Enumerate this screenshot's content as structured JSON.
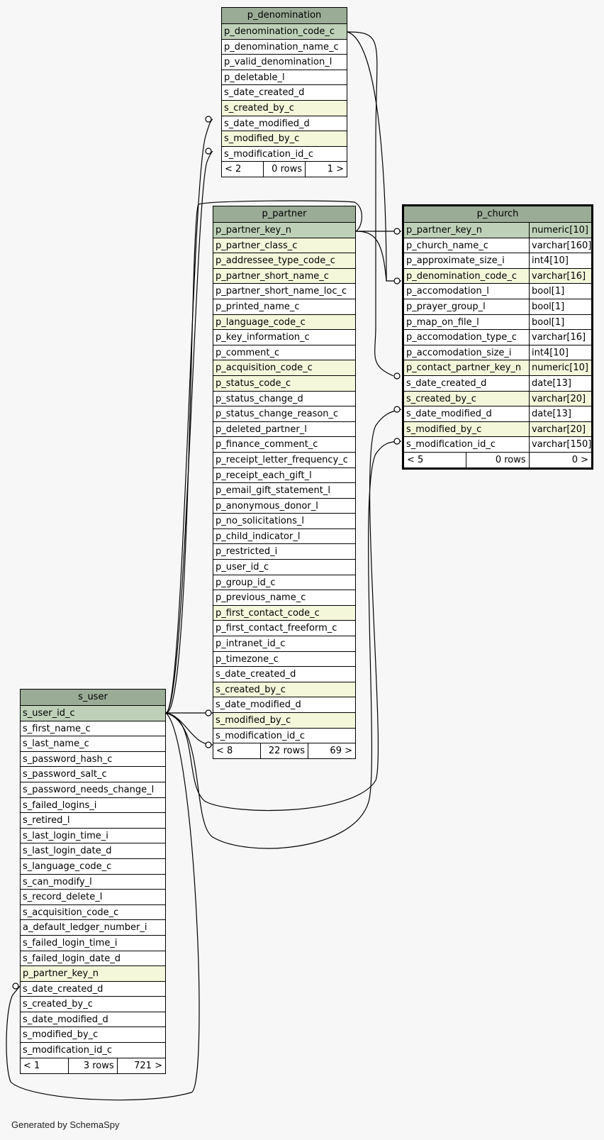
{
  "credit": "Generated by SchemaSpy",
  "tables": [
    {
      "id": "p_denomination",
      "name": "p_denomination",
      "columns": [
        {
          "name": "p_denomination_code_c",
          "kind": "pk"
        },
        {
          "name": "p_denomination_name_c",
          "kind": ""
        },
        {
          "name": "p_valid_denomination_l",
          "kind": ""
        },
        {
          "name": "p_deletable_l",
          "kind": ""
        },
        {
          "name": "s_date_created_d",
          "kind": ""
        },
        {
          "name": "s_created_by_c",
          "kind": "fk"
        },
        {
          "name": "s_date_modified_d",
          "kind": ""
        },
        {
          "name": "s_modified_by_c",
          "kind": "fk"
        },
        {
          "name": "s_modification_id_c",
          "kind": ""
        }
      ],
      "footer": [
        "< 2",
        "0 rows",
        "1 >"
      ]
    },
    {
      "id": "p_partner",
      "name": "p_partner",
      "columns": [
        {
          "name": "p_partner_key_n",
          "kind": "pk"
        },
        {
          "name": "p_partner_class_c",
          "kind": "fk"
        },
        {
          "name": "p_addressee_type_code_c",
          "kind": "fk"
        },
        {
          "name": "p_partner_short_name_c",
          "kind": "fk"
        },
        {
          "name": "p_partner_short_name_loc_c",
          "kind": ""
        },
        {
          "name": "p_printed_name_c",
          "kind": ""
        },
        {
          "name": "p_language_code_c",
          "kind": "fk"
        },
        {
          "name": "p_key_information_c",
          "kind": ""
        },
        {
          "name": "p_comment_c",
          "kind": ""
        },
        {
          "name": "p_acquisition_code_c",
          "kind": "fk"
        },
        {
          "name": "p_status_code_c",
          "kind": "fk"
        },
        {
          "name": "p_status_change_d",
          "kind": ""
        },
        {
          "name": "p_status_change_reason_c",
          "kind": ""
        },
        {
          "name": "p_deleted_partner_l",
          "kind": ""
        },
        {
          "name": "p_finance_comment_c",
          "kind": ""
        },
        {
          "name": "p_receipt_letter_frequency_c",
          "kind": ""
        },
        {
          "name": "p_receipt_each_gift_l",
          "kind": ""
        },
        {
          "name": "p_email_gift_statement_l",
          "kind": ""
        },
        {
          "name": "p_anonymous_donor_l",
          "kind": ""
        },
        {
          "name": "p_no_solicitations_l",
          "kind": ""
        },
        {
          "name": "p_child_indicator_l",
          "kind": ""
        },
        {
          "name": "p_restricted_i",
          "kind": ""
        },
        {
          "name": "p_user_id_c",
          "kind": ""
        },
        {
          "name": "p_group_id_c",
          "kind": ""
        },
        {
          "name": "p_previous_name_c",
          "kind": ""
        },
        {
          "name": "p_first_contact_code_c",
          "kind": "fk"
        },
        {
          "name": "p_first_contact_freeform_c",
          "kind": ""
        },
        {
          "name": "p_intranet_id_c",
          "kind": ""
        },
        {
          "name": "p_timezone_c",
          "kind": ""
        },
        {
          "name": "s_date_created_d",
          "kind": ""
        },
        {
          "name": "s_created_by_c",
          "kind": "fk"
        },
        {
          "name": "s_date_modified_d",
          "kind": ""
        },
        {
          "name": "s_modified_by_c",
          "kind": "fk"
        },
        {
          "name": "s_modification_id_c",
          "kind": ""
        }
      ],
      "footer": [
        "< 8",
        "22 rows",
        "69 >"
      ]
    },
    {
      "id": "p_church",
      "name": "p_church",
      "selected": true,
      "columns": [
        {
          "name": "p_partner_key_n",
          "type": "numeric[10]",
          "kind": "pk"
        },
        {
          "name": "p_church_name_c",
          "type": "varchar[160]",
          "kind": ""
        },
        {
          "name": "p_approximate_size_i",
          "type": "int4[10]",
          "kind": ""
        },
        {
          "name": "p_denomination_code_c",
          "type": "varchar[16]",
          "kind": "fk"
        },
        {
          "name": "p_accomodation_l",
          "type": "bool[1]",
          "kind": ""
        },
        {
          "name": "p_prayer_group_l",
          "type": "bool[1]",
          "kind": ""
        },
        {
          "name": "p_map_on_file_l",
          "type": "bool[1]",
          "kind": ""
        },
        {
          "name": "p_accomodation_type_c",
          "type": "varchar[16]",
          "kind": ""
        },
        {
          "name": "p_accomodation_size_i",
          "type": "int4[10]",
          "kind": ""
        },
        {
          "name": "p_contact_partner_key_n",
          "type": "numeric[10]",
          "kind": "fk"
        },
        {
          "name": "s_date_created_d",
          "type": "date[13]",
          "kind": ""
        },
        {
          "name": "s_created_by_c",
          "type": "varchar[20]",
          "kind": "fk"
        },
        {
          "name": "s_date_modified_d",
          "type": "date[13]",
          "kind": ""
        },
        {
          "name": "s_modified_by_c",
          "type": "varchar[20]",
          "kind": "fk"
        },
        {
          "name": "s_modification_id_c",
          "type": "varchar[150]",
          "kind": ""
        }
      ],
      "footer": [
        "< 5",
        "0 rows",
        "0 >"
      ]
    },
    {
      "id": "s_user",
      "name": "s_user",
      "columns": [
        {
          "name": "s_user_id_c",
          "kind": "pk"
        },
        {
          "name": "s_first_name_c",
          "kind": ""
        },
        {
          "name": "s_last_name_c",
          "kind": ""
        },
        {
          "name": "s_password_hash_c",
          "kind": ""
        },
        {
          "name": "s_password_salt_c",
          "kind": ""
        },
        {
          "name": "s_password_needs_change_l",
          "kind": ""
        },
        {
          "name": "s_failed_logins_i",
          "kind": ""
        },
        {
          "name": "s_retired_l",
          "kind": ""
        },
        {
          "name": "s_last_login_time_i",
          "kind": ""
        },
        {
          "name": "s_last_login_date_d",
          "kind": ""
        },
        {
          "name": "s_language_code_c",
          "kind": ""
        },
        {
          "name": "s_can_modify_l",
          "kind": ""
        },
        {
          "name": "s_record_delete_l",
          "kind": ""
        },
        {
          "name": "s_acquisition_code_c",
          "kind": ""
        },
        {
          "name": "a_default_ledger_number_i",
          "kind": ""
        },
        {
          "name": "s_failed_login_time_i",
          "kind": ""
        },
        {
          "name": "s_failed_login_date_d",
          "kind": ""
        },
        {
          "name": "p_partner_key_n",
          "kind": "fk"
        },
        {
          "name": "s_date_created_d",
          "kind": ""
        },
        {
          "name": "s_created_by_c",
          "kind": ""
        },
        {
          "name": "s_date_modified_d",
          "kind": ""
        },
        {
          "name": "s_modified_by_c",
          "kind": ""
        },
        {
          "name": "s_modification_id_c",
          "kind": ""
        }
      ],
      "footer": [
        "< 1",
        "3 rows",
        "721 >"
      ]
    }
  ]
}
